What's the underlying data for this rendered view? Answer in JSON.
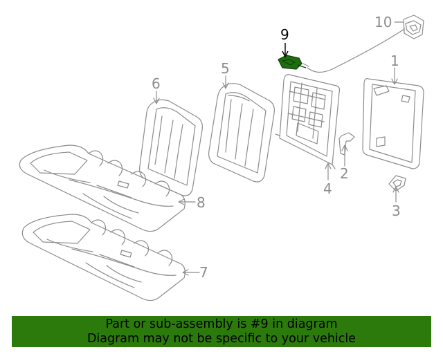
{
  "callouts": [
    {
      "id": "1",
      "highlighted": false
    },
    {
      "id": "2",
      "highlighted": false
    },
    {
      "id": "3",
      "highlighted": false
    },
    {
      "id": "4",
      "highlighted": false
    },
    {
      "id": "5",
      "highlighted": false
    },
    {
      "id": "6",
      "highlighted": false
    },
    {
      "id": "7",
      "highlighted": false
    },
    {
      "id": "8",
      "highlighted": false
    },
    {
      "id": "9",
      "highlighted": true
    },
    {
      "id": "10",
      "highlighted": false
    }
  ],
  "banner": {
    "line1": "Part or sub-assembly is #9 in diagram",
    "line2": "Diagram may not be specific to your vehicle"
  },
  "colors": {
    "banner_bg": "#2b7a0b",
    "highlight_part": "#1e6e10",
    "line_art": "#8c8c8c"
  }
}
